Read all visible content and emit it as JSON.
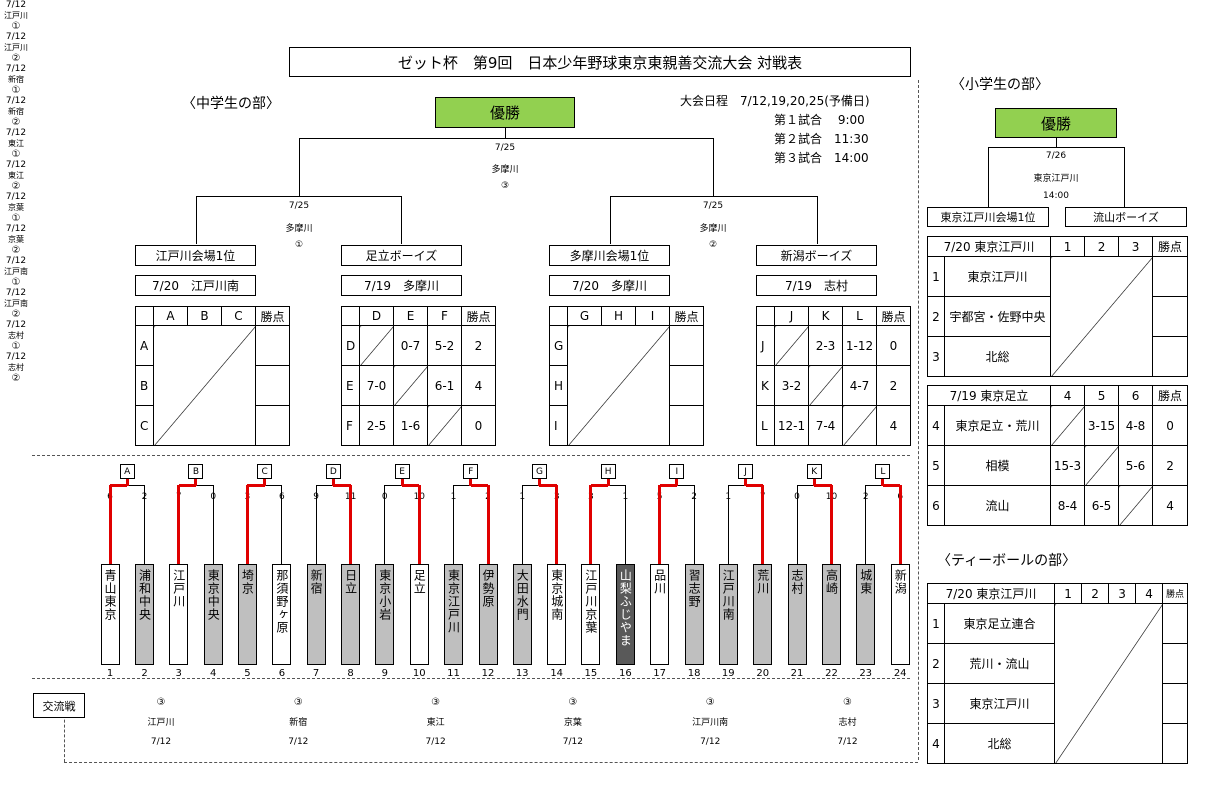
{
  "title": "ゼット杯　第9回　日本少年野球東京東親善交流大会 対戦表",
  "middle_school": {
    "label": "〈中学生の部〉",
    "champion": "優勝",
    "schedule": {
      "dates": "大会日程　7/12,19,20,25(予備日)",
      "game1": "第１試合　 9:00",
      "game2": "第２試合　11:30",
      "game3": "第３試合　14:00"
    },
    "final": {
      "date": "7/25",
      "venue": "多摩川",
      "game": "③"
    },
    "semi_left": {
      "date": "7/25",
      "venue": "多摩川",
      "game": "①"
    },
    "semi_right": {
      "date": "7/25",
      "venue": "多摩川",
      "game": "②"
    },
    "groups": [
      {
        "name": "江戸川会場1位",
        "venue": "7/20　江戸川南",
        "headers": [
          "A",
          "B",
          "C",
          "勝点"
        ],
        "rows": [
          [
            "A",
            "",
            "",
            "",
            ""
          ],
          [
            "B",
            "",
            "",
            "",
            ""
          ],
          [
            "C",
            "",
            "",
            "",
            ""
          ]
        ]
      },
      {
        "name": "足立ボーイズ",
        "venue": "7/19　多摩川",
        "headers": [
          "D",
          "E",
          "F",
          "勝点"
        ],
        "rows": [
          [
            "D",
            "",
            "0-7",
            "5-2",
            "2"
          ],
          [
            "E",
            "7-0",
            "",
            "6-1",
            "4"
          ],
          [
            "F",
            "2-5",
            "1-6",
            "",
            "0"
          ]
        ]
      },
      {
        "name": "多摩川会場1位",
        "venue": "7/20　多摩川",
        "headers": [
          "G",
          "H",
          "I",
          "勝点"
        ],
        "rows": [
          [
            "G",
            "",
            "",
            "",
            ""
          ],
          [
            "H",
            "",
            "",
            "",
            ""
          ],
          [
            "I",
            "",
            "",
            "",
            ""
          ]
        ]
      },
      {
        "name": "新潟ボーイズ",
        "venue": "7/19　志村",
        "headers": [
          "J",
          "K",
          "L",
          "勝点"
        ],
        "rows": [
          [
            "J",
            "",
            "2-3",
            "1-12",
            "0"
          ],
          [
            "K",
            "3-2",
            "",
            "4-7",
            "2"
          ],
          [
            "L",
            "12-1",
            "7-4",
            "",
            "4"
          ]
        ]
      }
    ],
    "first_round": [
      {
        "letter": "A",
        "s1": "6",
        "s2": "2",
        "date": "7/12",
        "venue": "江戸川",
        "game": "①"
      },
      {
        "letter": "B",
        "s1": "7",
        "s2": "0",
        "date": "7/12",
        "venue": "江戸川",
        "game": "②"
      },
      {
        "letter": "C",
        "s1": "3",
        "s2": "6",
        "date": "7/12",
        "venue": "新宿",
        "game": "①"
      },
      {
        "letter": "D",
        "s1": "9",
        "s2": "11",
        "date": "7/12",
        "venue": "新宿",
        "game": "②"
      },
      {
        "letter": "E",
        "s1": "0",
        "s2": "10",
        "date": "7/12",
        "venue": "東江",
        "game": "①"
      },
      {
        "letter": "F",
        "s1": "1",
        "s2": "2",
        "date": "7/12",
        "venue": "東江",
        "game": "②"
      },
      {
        "letter": "G",
        "s1": "1",
        "s2": "3",
        "date": "7/12",
        "venue": "京葉",
        "game": "①"
      },
      {
        "letter": "H",
        "s1": "3",
        "s2": "1",
        "date": "7/12",
        "venue": "京葉",
        "game": "②"
      },
      {
        "letter": "I",
        "s1": "5",
        "s2": "2",
        "date": "7/12",
        "venue": "江戸南",
        "game": "①"
      },
      {
        "letter": "J",
        "s1": "1",
        "s2": "7",
        "date": "7/12",
        "venue": "江戸南",
        "game": "②"
      },
      {
        "letter": "K",
        "s1": "0",
        "s2": "10",
        "date": "7/12",
        "venue": "志村",
        "game": "①"
      },
      {
        "letter": "L",
        "s1": "2",
        "s2": "6",
        "date": "7/12",
        "venue": "志村",
        "game": "②"
      }
    ],
    "teams": [
      {
        "name": "青山東京",
        "no": "1"
      },
      {
        "name": "浦和中央",
        "no": "2"
      },
      {
        "name": "江戸川",
        "no": "3"
      },
      {
        "name": "東京中央",
        "no": "4"
      },
      {
        "name": "埼京",
        "no": "5"
      },
      {
        "name": "那須野ヶ原",
        "no": "6"
      },
      {
        "name": "新宿",
        "no": "7"
      },
      {
        "name": "日立",
        "no": "8"
      },
      {
        "name": "東京小岩",
        "no": "9"
      },
      {
        "name": "足立",
        "no": "10"
      },
      {
        "name": "東京江戸川",
        "no": "11"
      },
      {
        "name": "伊勢原",
        "no": "12"
      },
      {
        "name": "大田水門",
        "no": "13"
      },
      {
        "name": "東京城南",
        "no": "14"
      },
      {
        "name": "江戸川京葉",
        "no": "15"
      },
      {
        "name": "山梨ふじやま",
        "no": "16"
      },
      {
        "name": "品川",
        "no": "17"
      },
      {
        "name": "習志野",
        "no": "18"
      },
      {
        "name": "江戸川南",
        "no": "19"
      },
      {
        "name": "荒川",
        "no": "20"
      },
      {
        "name": "志村",
        "no": "21"
      },
      {
        "name": "高崎",
        "no": "22"
      },
      {
        "name": "城東",
        "no": "23"
      },
      {
        "name": "新潟",
        "no": "24"
      }
    ],
    "exchange": {
      "label": "交流戦",
      "matches": [
        {
          "game": "③",
          "venue": "江戸川",
          "date": "7/12"
        },
        {
          "game": "③",
          "venue": "新宿",
          "date": "7/12"
        },
        {
          "game": "③",
          "venue": "東江",
          "date": "7/12"
        },
        {
          "game": "③",
          "venue": "京葉",
          "date": "7/12"
        },
        {
          "game": "③",
          "venue": "江戸川南",
          "date": "7/12"
        },
        {
          "game": "③",
          "venue": "志村",
          "date": "7/12"
        }
      ]
    }
  },
  "elementary": {
    "label": "〈小学生の部〉",
    "champion": "優勝",
    "final": {
      "date": "7/26",
      "venue": "東京江戸川",
      "time": "14:00"
    },
    "finalists": [
      "東京江戸川会場1位",
      "流山ボーイズ"
    ],
    "table1": {
      "header": "7/20 東京江戸川",
      "cols": [
        "1",
        "2",
        "3",
        "勝点"
      ],
      "rows": [
        [
          "1",
          "東京江戸川",
          "",
          "",
          "",
          ""
        ],
        [
          "2",
          "宇都宮・佐野中央",
          "",
          "",
          "",
          ""
        ],
        [
          "3",
          "北総",
          "",
          "",
          "",
          ""
        ]
      ]
    },
    "table2": {
      "header": "7/19 東京足立",
      "cols": [
        "4",
        "5",
        "6",
        "勝点"
      ],
      "rows": [
        [
          "4",
          "東京足立・荒川",
          "",
          "3-15",
          "4-8",
          "0"
        ],
        [
          "5",
          "相模",
          "15-3",
          "",
          "5-6",
          "2"
        ],
        [
          "6",
          "流山",
          "8-4",
          "6-5",
          "",
          "4"
        ]
      ]
    }
  },
  "teeball": {
    "label": "〈ティーボールの部〉",
    "table": {
      "header": "7/20 東京江戸川",
      "cols": [
        "1",
        "2",
        "3",
        "4",
        "勝点"
      ],
      "rows": [
        [
          "1",
          "東京足立連合"
        ],
        [
          "2",
          "荒川・流山"
        ],
        [
          "3",
          "東京江戸川"
        ],
        [
          "4",
          "北総"
        ]
      ]
    }
  }
}
